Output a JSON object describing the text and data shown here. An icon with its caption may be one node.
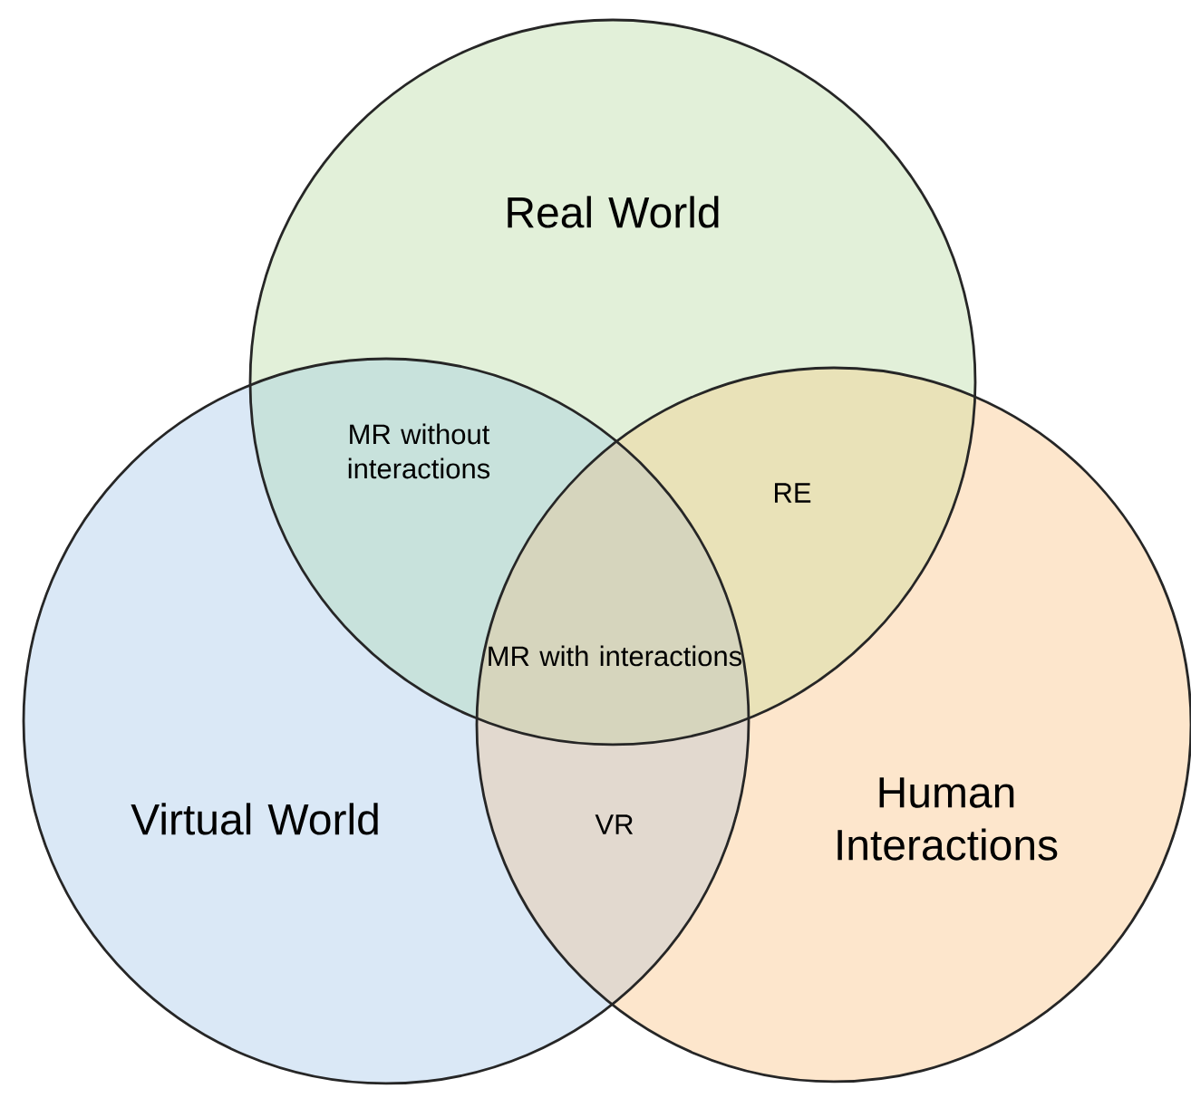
{
  "diagram": {
    "nodes": [
      {
        "text": [
          "Real World"
        ]
      },
      {
        "text": [
          "Virtual World"
        ]
      },
      {
        "text": [
          "Human Interactions"
        ]
      }
    ],
    "labels": [
      "MR without interactions",
      "RE",
      "MR with interactions",
      "VR"
    ]
  }
}
